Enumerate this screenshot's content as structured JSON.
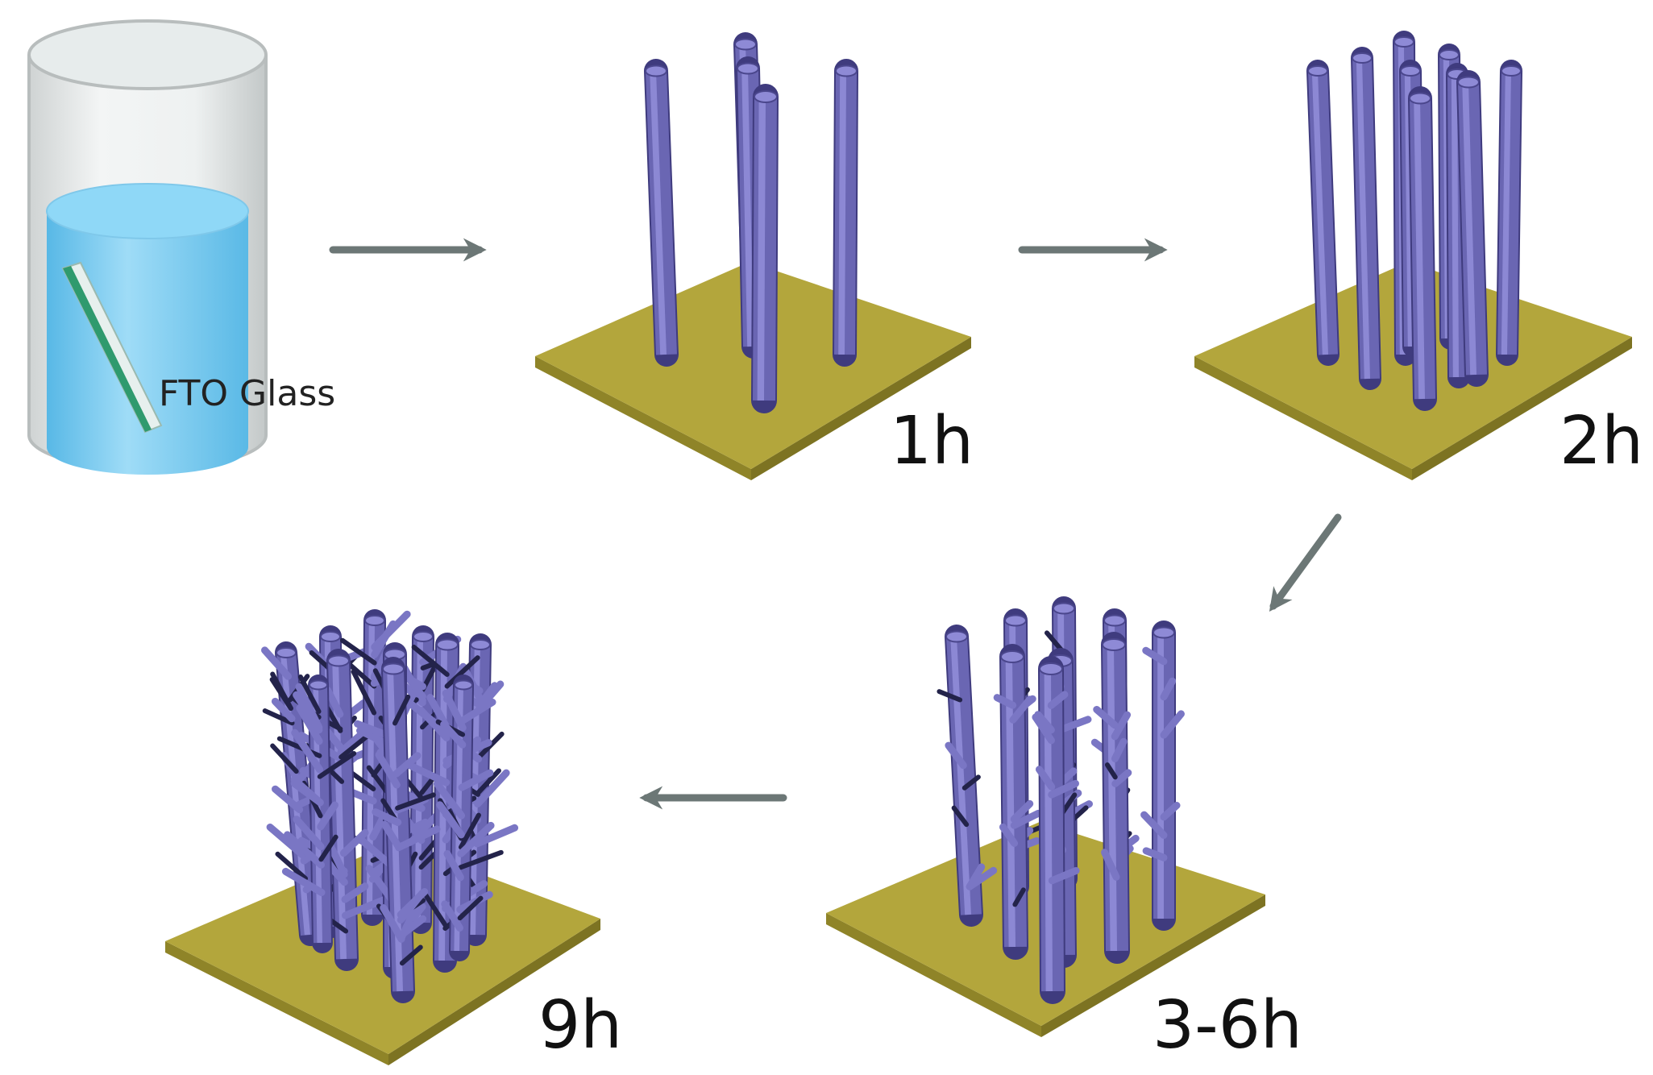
{
  "labels": {
    "beaker": "FTO Glass",
    "stage_1h": "1h",
    "stage_2h": "2h",
    "stage_3_6h": "3-6h",
    "stage_9h": "9h"
  },
  "colors": {
    "substrate_top": "#b3a63c",
    "substrate_side": "#8f8428",
    "rod_body": "#6a66b3",
    "rod_top": "#8e8ad6",
    "branch": "#7a76c4",
    "branch_dark": "#23234a",
    "arrow": "#6c7776",
    "liquid": "#6fc9f2",
    "liquid_top": "#8fd8f7",
    "glass_slide": "#2f9a6e"
  }
}
